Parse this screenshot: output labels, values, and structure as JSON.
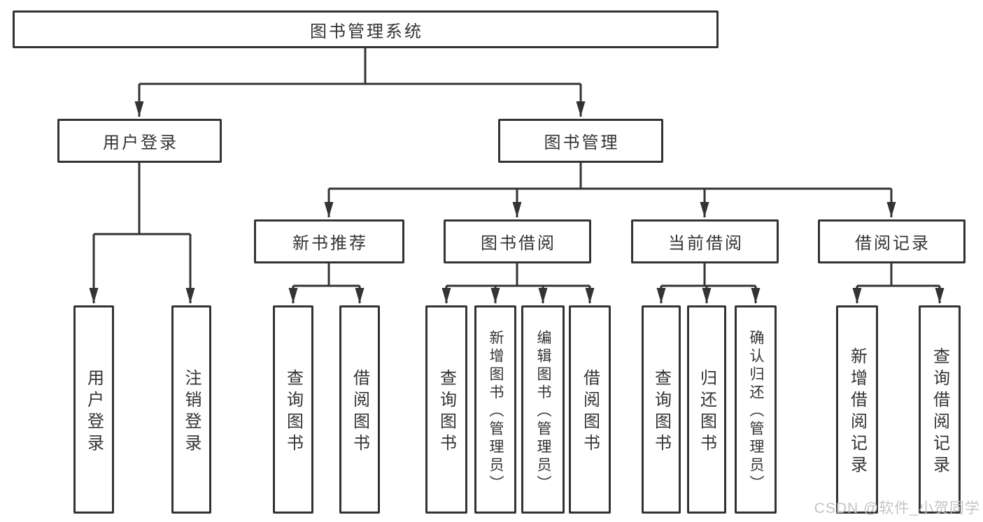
{
  "diagram": {
    "type": "tree-structure-chart",
    "title": {
      "label": "图书管理系统"
    },
    "level2": [
      {
        "label": "用户登录"
      },
      {
        "label": "图书管理"
      }
    ],
    "level3": [
      {
        "label": "新书推荐"
      },
      {
        "label": "图书借阅"
      },
      {
        "label": "当前借阅"
      },
      {
        "label": "借阅记录"
      }
    ],
    "leaves": [
      {
        "parent": "用户登录",
        "label": "用户登录"
      },
      {
        "parent": "用户登录",
        "label": "注销登录"
      },
      {
        "parent": "新书推荐",
        "label": "查询图书"
      },
      {
        "parent": "新书推荐",
        "label": "借阅图书"
      },
      {
        "parent": "图书借阅",
        "label": "查询图书"
      },
      {
        "parent": "图书借阅",
        "label": "新增图书（管理员）"
      },
      {
        "parent": "图书借阅",
        "label": "编辑图书（管理员）"
      },
      {
        "parent": "图书借阅",
        "label": "借阅图书"
      },
      {
        "parent": "当前借阅",
        "label": "查询图书"
      },
      {
        "parent": "当前借阅",
        "label": "归还图书"
      },
      {
        "parent": "当前借阅",
        "label": "确认归还（管理员）"
      },
      {
        "parent": "借阅记录",
        "label": "新增借阅记录"
      },
      {
        "parent": "借阅记录",
        "label": "查询借阅记录"
      }
    ],
    "watermark": {
      "label": "CSDN @软件_小贺同学"
    },
    "colors": {
      "line": "#333333",
      "text": "#333333",
      "watermark": "#c4c4c4",
      "background": "#ffffff"
    }
  }
}
